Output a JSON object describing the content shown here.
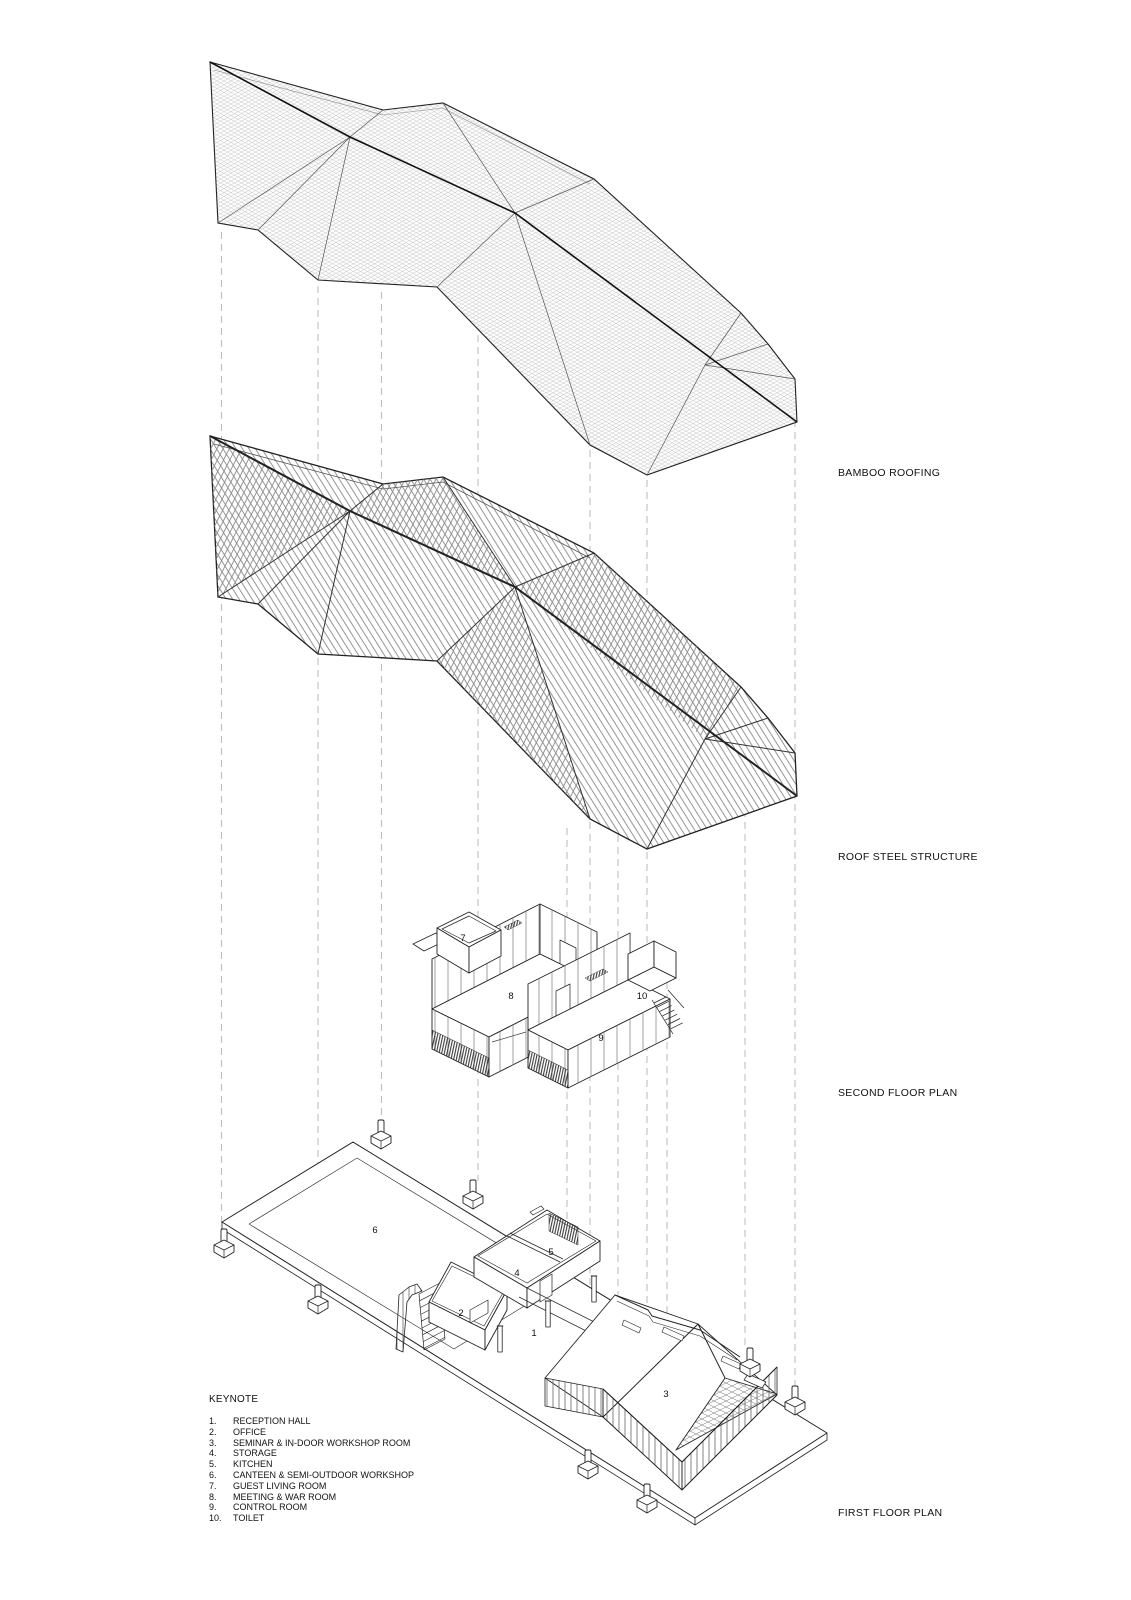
{
  "diagram": {
    "type": "exploded-axonometric-architecture-diagram",
    "layer_labels": {
      "bamboo_roofing": "BAMBOO ROOFING",
      "roof_steel_structure": "ROOF STEEL STRUCTURE",
      "second_floor_plan": "SECOND FLOOR PLAN",
      "first_floor_plan": "FIRST FLOOR PLAN"
    },
    "rooms": {
      "r1": "1",
      "r2": "2",
      "r3": "3",
      "r4": "4",
      "r5": "5",
      "r6": "6",
      "r7": "7",
      "r8": "8",
      "r9": "9",
      "r10": "10"
    },
    "keynote": {
      "heading": "KEYNOTE",
      "items": [
        {
          "num": "1.",
          "label": "RECEPTION HALL"
        },
        {
          "num": "2.",
          "label": "OFFICE"
        },
        {
          "num": "3.",
          "label": "SEMINAR & IN-DOOR WORKSHOP ROOM"
        },
        {
          "num": "4.",
          "label": "STORAGE"
        },
        {
          "num": "5.",
          "label": "KITCHEN"
        },
        {
          "num": "6.",
          "label": "CANTEEN & SEMI-OUTDOOR WORKSHOP"
        },
        {
          "num": "7.",
          "label": "GUEST LIVING ROOM"
        },
        {
          "num": "8.",
          "label": "MEETING & WAR ROOM"
        },
        {
          "num": "9.",
          "label": "CONTROL ROOM"
        },
        {
          "num": "10.",
          "label": "TOILET"
        }
      ]
    },
    "colors": {
      "line": "#1a1a1a",
      "hatch_light": "#bcbcbc",
      "hatch_mid": "#8a8a8a",
      "dashed": "#b3b3b3",
      "background": "#ffffff"
    }
  }
}
